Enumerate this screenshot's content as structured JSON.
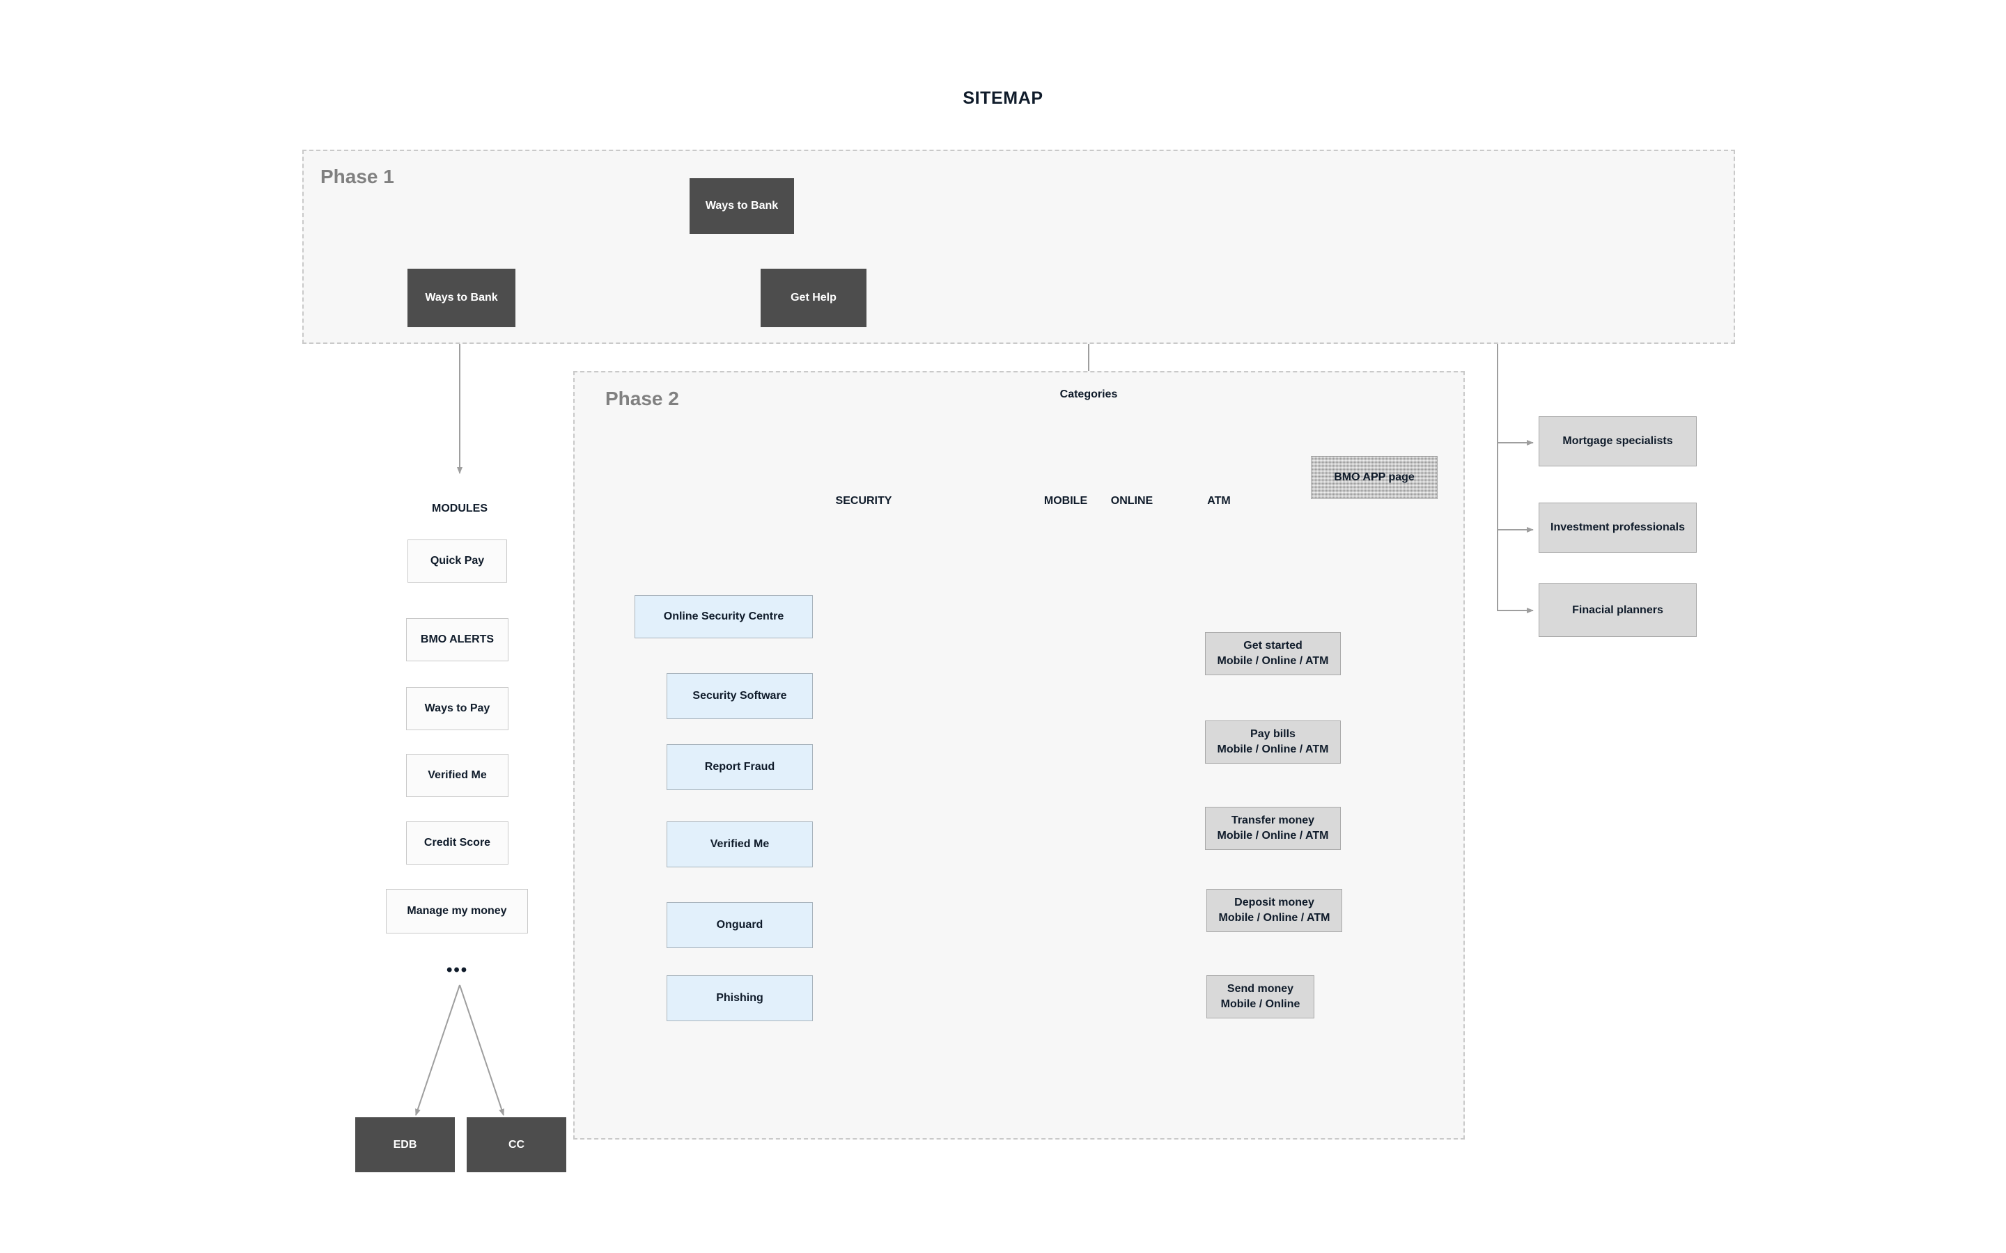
{
  "page": {
    "title": "SITEMAP"
  },
  "phases": [
    {
      "id": "phase1",
      "label": "Phase 1"
    },
    {
      "id": "phase2",
      "label": "Phase 2"
    }
  ],
  "phase1": {
    "nodes": [
      {
        "id": "ways-to-bank-top",
        "label": "Ways to Bank",
        "style": "dark"
      },
      {
        "id": "ways-to-bank-left",
        "label": "Ways to Bank",
        "style": "dark"
      },
      {
        "id": "get-help",
        "label": "Get Help",
        "style": "dark"
      }
    ]
  },
  "modules": {
    "heading": "MODULES",
    "ellipsis": "•••",
    "items": [
      {
        "id": "quick-pay",
        "label": "Quick Pay"
      },
      {
        "id": "bmo-alerts",
        "label": "BMO ALERTS"
      },
      {
        "id": "ways-to-pay",
        "label": "Ways to Pay"
      },
      {
        "id": "verified-me",
        "label": "Verified Me"
      },
      {
        "id": "credit-score",
        "label": "Credit Score"
      },
      {
        "id": "manage-my-money",
        "label": "Manage my money"
      }
    ],
    "leaves": [
      {
        "id": "edb",
        "label": "EDB"
      },
      {
        "id": "cc",
        "label": "CC"
      }
    ]
  },
  "phase2": {
    "root_label": "Categories",
    "categories": [
      {
        "id": "security",
        "label": "SECURITY"
      },
      {
        "id": "mobile",
        "label": "MOBILE"
      },
      {
        "id": "online",
        "label": "ONLINE"
      },
      {
        "id": "atm",
        "label": "ATM"
      }
    ],
    "app_page": {
      "id": "bmo-app-page",
      "label": "BMO APP page"
    },
    "security_items": [
      {
        "id": "online-security-centre",
        "label": "Online Security Centre"
      },
      {
        "id": "security-software",
        "label": "Security Software"
      },
      {
        "id": "report-fraud",
        "label": "Report Fraud"
      },
      {
        "id": "verified-me",
        "label": "Verified Me"
      },
      {
        "id": "onguard",
        "label": "Onguard"
      },
      {
        "id": "phishing",
        "label": "Phishing"
      }
    ],
    "task_items": [
      {
        "id": "get-started",
        "line1": "Get started",
        "line2": "Mobile / Online / ATM"
      },
      {
        "id": "pay-bills",
        "line1": "Pay bills",
        "line2": "Mobile / Online / ATM"
      },
      {
        "id": "transfer-money",
        "line1": "Transfer money",
        "line2": "Mobile / Online / ATM"
      },
      {
        "id": "deposit-money",
        "line1": "Deposit money",
        "line2": "Mobile / Online / ATM"
      },
      {
        "id": "send-money",
        "line1": "Send money",
        "line2": "Mobile / Online"
      }
    ]
  },
  "advisors": [
    {
      "id": "mortgage-specialists",
      "label": "Mortgage specialists"
    },
    {
      "id": "investment-professionals",
      "label": "Investment professionals"
    },
    {
      "id": "finacial-planners",
      "label": "Finacial planners"
    }
  ],
  "colors": {
    "dark_node": "#4d4d4d",
    "blue_node": "#e2f0fb",
    "grey_node": "#d9d9d9",
    "phase_bg": "#f7f7f7",
    "phase_border": "#c9c9c9",
    "wire": "#9e9e9e",
    "text": "#0f1b2a",
    "phase_label": "#808080"
  }
}
